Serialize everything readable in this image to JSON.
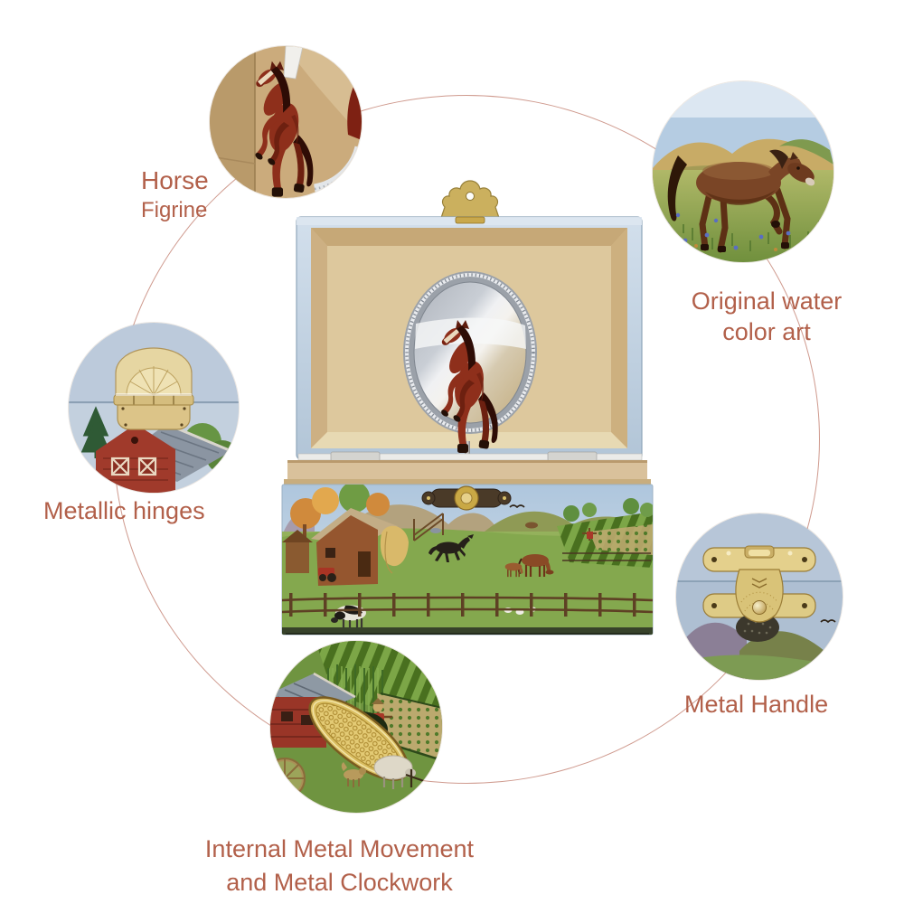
{
  "callouts": {
    "figurine": {
      "line1": "Horse",
      "line2": "Figrine",
      "photo": "horse-figurine-closeup"
    },
    "watercolor": {
      "line1": "Original water",
      "line2": "color art",
      "photo": "watercolor-horse-art"
    },
    "hinges": {
      "label": "Metallic hinges",
      "photo": "metal-hinge-closeup"
    },
    "handle": {
      "label": "Metal Handle",
      "photo": "metal-latch-closeup"
    },
    "movement": {
      "line1": "Internal Metal Movement",
      "line2": "and Metal Clockwork",
      "photo": "music-movement-plate-closeup"
    }
  },
  "center": {
    "photo": "open-horse-music-box"
  },
  "colors": {
    "label_text": "#b2604a",
    "connector_ring": "#cf9a8e",
    "box_exterior_blue": "#c2d2e2",
    "box_interior_tan": "#d9c194",
    "figurine_red": "#8e2f1b",
    "hardware_brass": "#ddc688",
    "scene_sky": "#b3c9de",
    "scene_grass": "#84a84e"
  }
}
